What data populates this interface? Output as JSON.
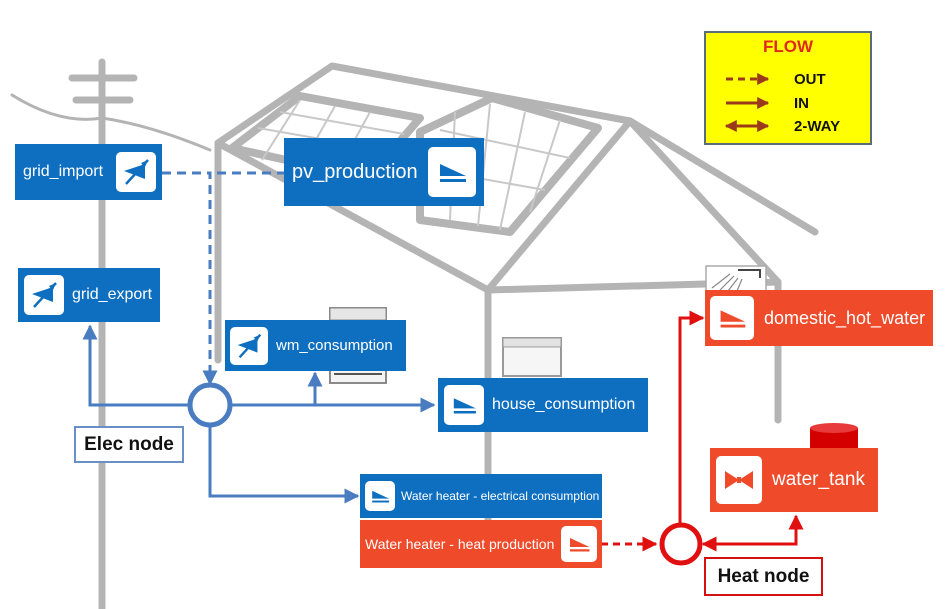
{
  "legend": {
    "title": "FLOW",
    "out_label": "OUT",
    "in_label": "IN",
    "twoway_label": "2-WAY"
  },
  "blocks": {
    "grid_import": "grid_import",
    "grid_export": "grid_export",
    "pv_production": "pv_production",
    "wm_consumption": "wm_consumption",
    "house_consumption": "house_consumption",
    "wh_elec": "Water heater - electrical consumption",
    "wh_heat": "Water heater - heat production",
    "domestic_hot_water": "domestic_hot_water",
    "water_tank": "water_tank"
  },
  "nodes": {
    "elec": "Elec node",
    "heat": "Heat node"
  },
  "colors": {
    "elec_block": "#0e6fc1",
    "heat_block": "#ef4a2a",
    "elec_flow": "#4a7cc2",
    "heat_flow": "#e01010",
    "legend_bg": "#ffff00",
    "legend_arrow": "#9a3a1a"
  }
}
